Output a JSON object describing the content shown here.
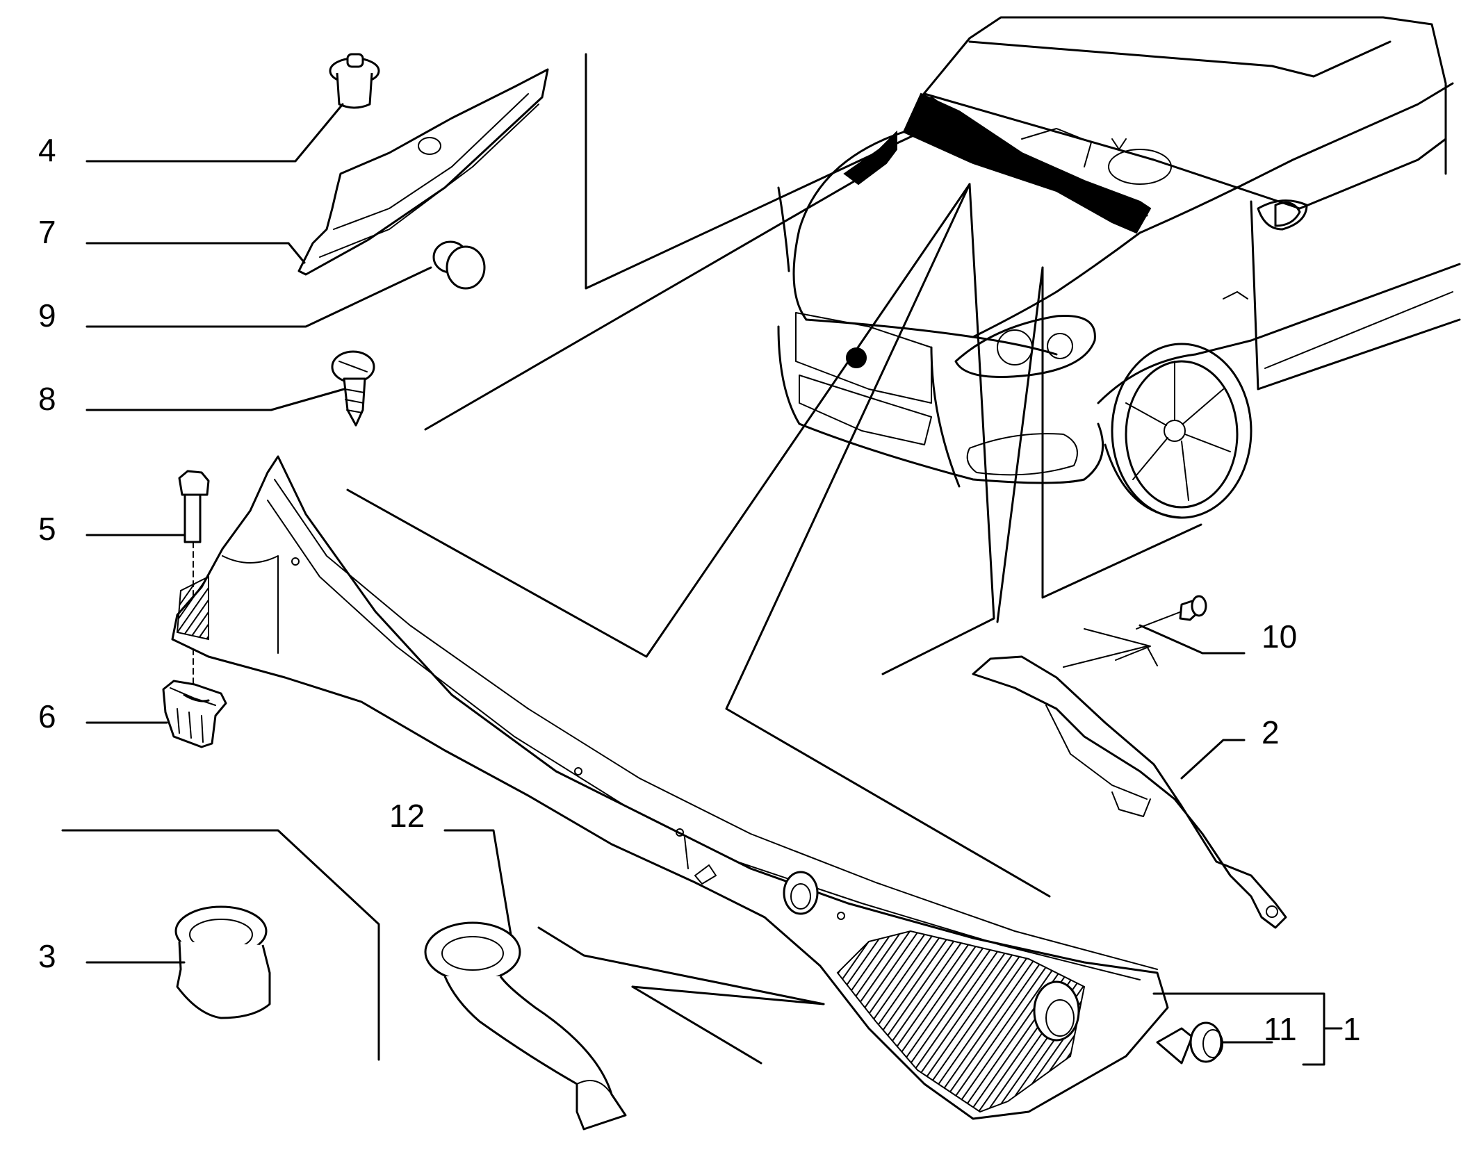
{
  "callouts": {
    "c1": "1",
    "c2": "2",
    "c3": "3",
    "c4": "4",
    "c5": "5",
    "c6": "6",
    "c7": "7",
    "c8": "8",
    "c9": "9",
    "c10": "10",
    "c11": "11",
    "c12": "12"
  },
  "colors": {
    "ink": "#000000",
    "paper": "#ffffff"
  }
}
